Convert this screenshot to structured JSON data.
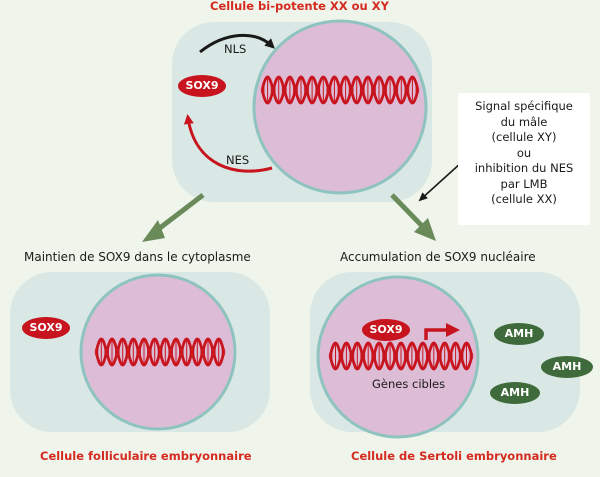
{
  "labels": {
    "top_title": "Cellule bi-potente XX ou XY",
    "nls": "NLS",
    "nes": "NES",
    "left_caption": "Maintien de SOX9 dans le cytoplasme",
    "right_caption": "Accumulation de SOX9 nucléaire",
    "left_title": "Cellule folliculaire embryonnaire",
    "right_title": "Cellule de Sertoli embryonnaire",
    "target_genes": "Gènes cibles"
  },
  "signal_box": {
    "lines": [
      "Signal spécifique",
      "du mâle",
      "(cellule XY)",
      "ou",
      "inhibition du NES",
      "par LMB",
      "(cellule XX)"
    ]
  },
  "badges": {
    "sox9": "SOX9",
    "amh": "AMH"
  },
  "colors": {
    "background": "#f0f5ec",
    "cell": "#d9e8e4",
    "nucleus": "#ddbcd6",
    "nucleus_border": "#8fc3bf",
    "dna": "#c8141e",
    "sox9": "#c8141e",
    "amh": "#3f6b3c",
    "arrow_green": "#6b8a5a",
    "title_red": "#d42a1f"
  }
}
